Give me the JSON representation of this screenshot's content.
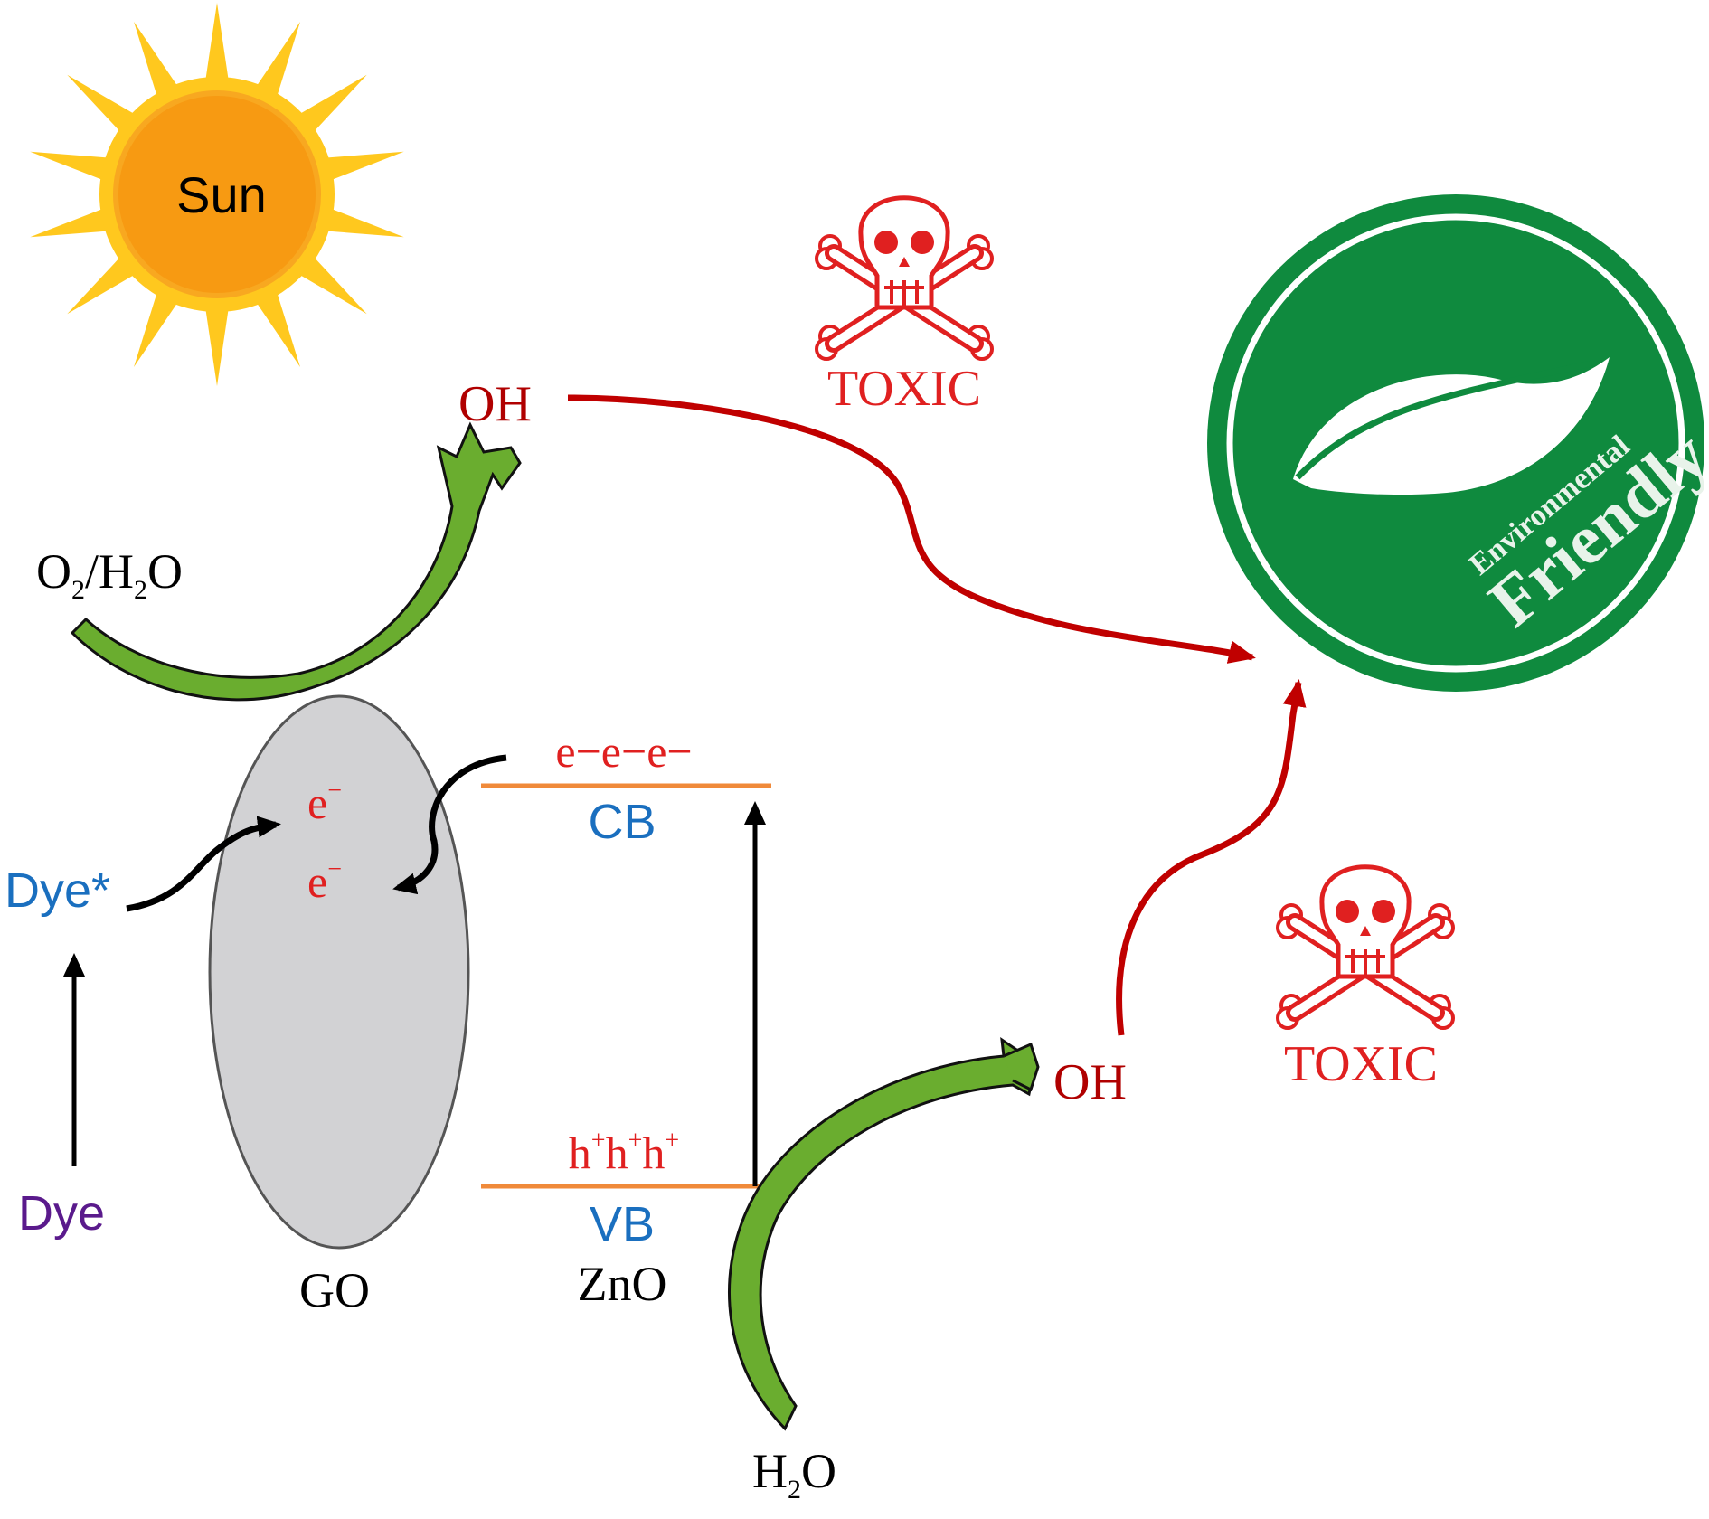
{
  "labels": {
    "sun": "Sun",
    "oh_top": "OH",
    "oh_bottom": "OH",
    "toxic_top": "TOXIC",
    "toxic_bottom": "TOXIC",
    "o2": "O",
    "o2_sub": "2",
    "slash": "/H",
    "h2o_sub_top": "2",
    "o_end": "O",
    "dye_star": "Dye*",
    "dye": "Dye",
    "e_minus_1": "e",
    "e_minus_2": "e",
    "sup_minus": "−",
    "cb_electrons": "e−e−e−",
    "cb": "CB",
    "vb_holes": "h",
    "sup_plus": "+",
    "vb": "VB",
    "go": "GO",
    "zno": "ZnO",
    "h2o_bottom_h": "H",
    "h2o_bottom_sub": "2",
    "h2o_bottom_o": "O",
    "badge_line1": "Environmental",
    "badge_line2": "Friendly"
  },
  "colors": {
    "red_dark": "#b00000",
    "red_bright": "#e02020",
    "blue": "#1a6fbf",
    "purple": "#5a1a8c",
    "green_arrow": "#6aad2f",
    "badge_green": "#0f8a3e",
    "sun_outer": "#ffc81e",
    "sun_inner": "#f79a12",
    "go_fill": "#d2d2d4",
    "band_orange": "#f08a3a"
  },
  "icons": {
    "skull_top": "skull-crossbones-icon",
    "skull_bottom": "skull-crossbones-icon",
    "badge": "leaf-badge-icon",
    "sun": "sun-icon"
  }
}
